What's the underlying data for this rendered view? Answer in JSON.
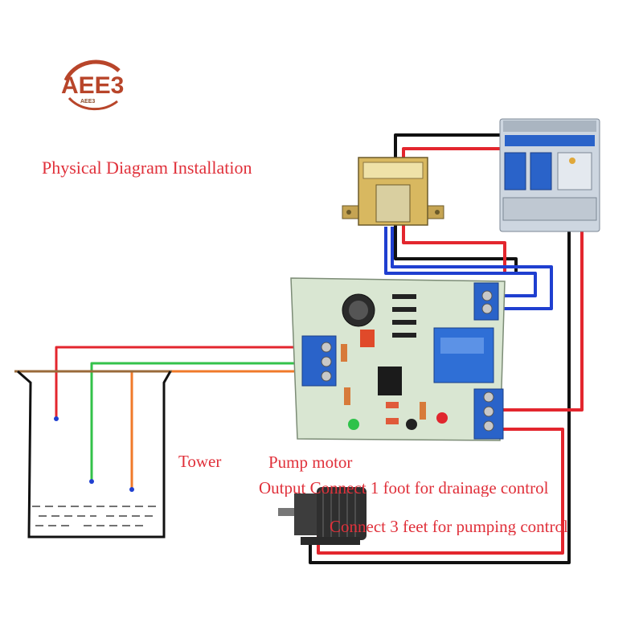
{
  "logo": {
    "mark": "AEE3",
    "subtext": "AEE3",
    "color_primary": "#b8452a",
    "color_secondary": "#8a4a2a"
  },
  "title": "Physical Diagram Installation",
  "labels": {
    "tower": "Tower",
    "pump_motor": "Pump motor",
    "output_line": "Output  Connect 1 foot for drainage control",
    "pumping_line": "Connect 3 feet for pumping control"
  },
  "colors": {
    "text": "#e0303a",
    "wire_red": "#e3262e",
    "wire_black": "#111111",
    "wire_blue": "#1f3fd0",
    "wire_green": "#33c24a",
    "wire_orange": "#f07a2a",
    "wire_brown": "#9a6a3a",
    "board": "#d9e6d2",
    "relay": "#2f6fd6",
    "terminal": "#2a63c9",
    "breaker": "#cdd6e0"
  }
}
